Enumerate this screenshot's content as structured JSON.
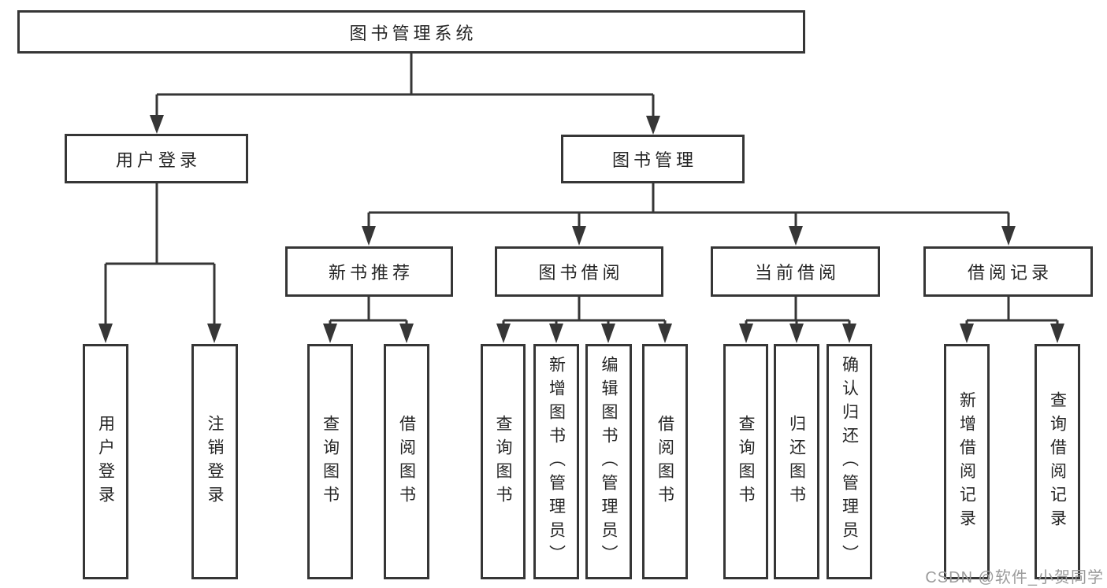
{
  "diagram_title": "图书管理系统",
  "colors": {
    "line": "#363636",
    "box_border": "#363636",
    "box_background": "#ffffff",
    "text": "#262626",
    "watermark": "#9b9b9b",
    "page_background": "#ffffff"
  },
  "tree": {
    "label": "图书管理系统",
    "children": [
      {
        "label": "用户登录",
        "children": [
          {
            "label": "用户登录"
          },
          {
            "label": "注销登录"
          }
        ]
      },
      {
        "label": "图书管理",
        "children": [
          {
            "label": "新书推荐",
            "children": [
              {
                "label": "查询图书"
              },
              {
                "label": "借阅图书"
              }
            ]
          },
          {
            "label": "图书借阅",
            "children": [
              {
                "label": "查询图书"
              },
              {
                "label": "新增图书（管理员）"
              },
              {
                "label": "编辑图书（管理员）"
              },
              {
                "label": "借阅图书"
              }
            ]
          },
          {
            "label": "当前借阅",
            "children": [
              {
                "label": "查询图书"
              },
              {
                "label": "归还图书"
              },
              {
                "label": "确认归还（管理员）"
              }
            ]
          },
          {
            "label": "借阅记录",
            "children": [
              {
                "label": "新增借阅记录"
              },
              {
                "label": "查询借阅记录"
              }
            ]
          }
        ]
      }
    ]
  },
  "watermark": {
    "text": "CSDN @软件_小贺同学"
  }
}
